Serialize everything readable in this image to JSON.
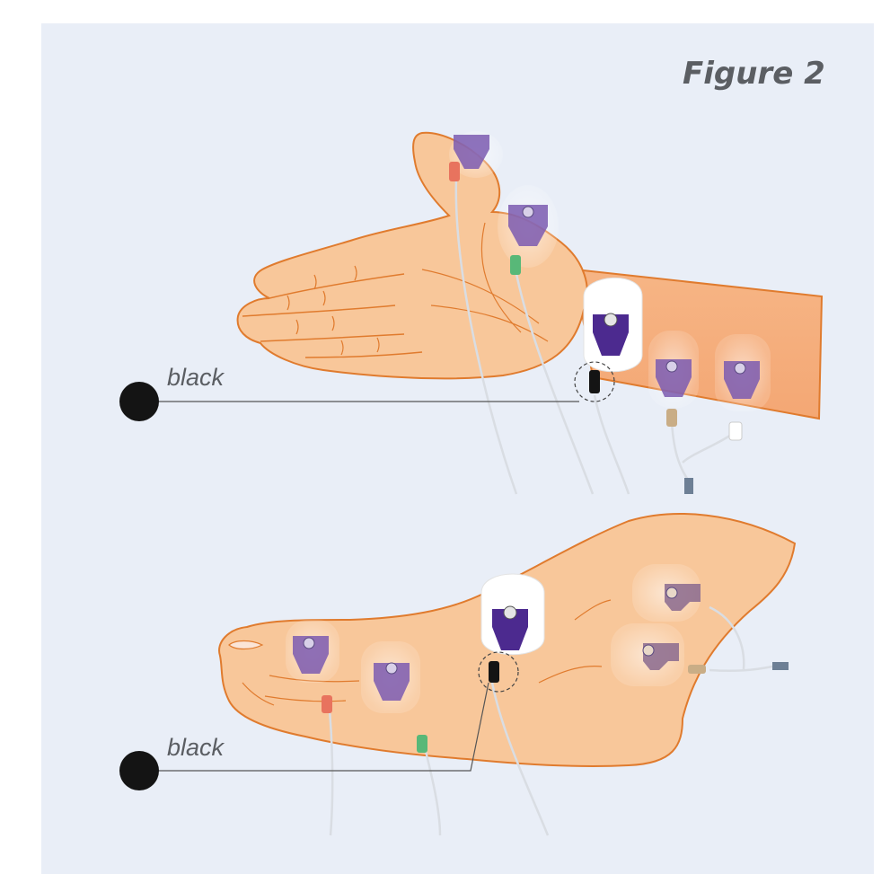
{
  "figure": {
    "title": "Figure 2"
  },
  "callouts": {
    "hand_label": "black",
    "foot_label": "black"
  },
  "colors": {
    "background": "#e9eef7",
    "skin": "#f8c79a",
    "skin_shadow": "#f0a76d",
    "outline": "#e07b2e",
    "electrode_purple": "#7b5bb0",
    "electrode_dark_purple": "#4c2a8f",
    "ground_pad": "#ffffff",
    "lead_wire": "#d9dde3",
    "marker_black": "#141414",
    "marker_red": "#e8735e",
    "marker_green": "#58b878",
    "marker_tan": "#c9ad86",
    "connector_blue": "#6d7f95"
  },
  "icons": [
    "hand-illustration",
    "foot-illustration",
    "electrode-icon",
    "ground-electrode-icon",
    "lead-wire",
    "callout-dot"
  ]
}
